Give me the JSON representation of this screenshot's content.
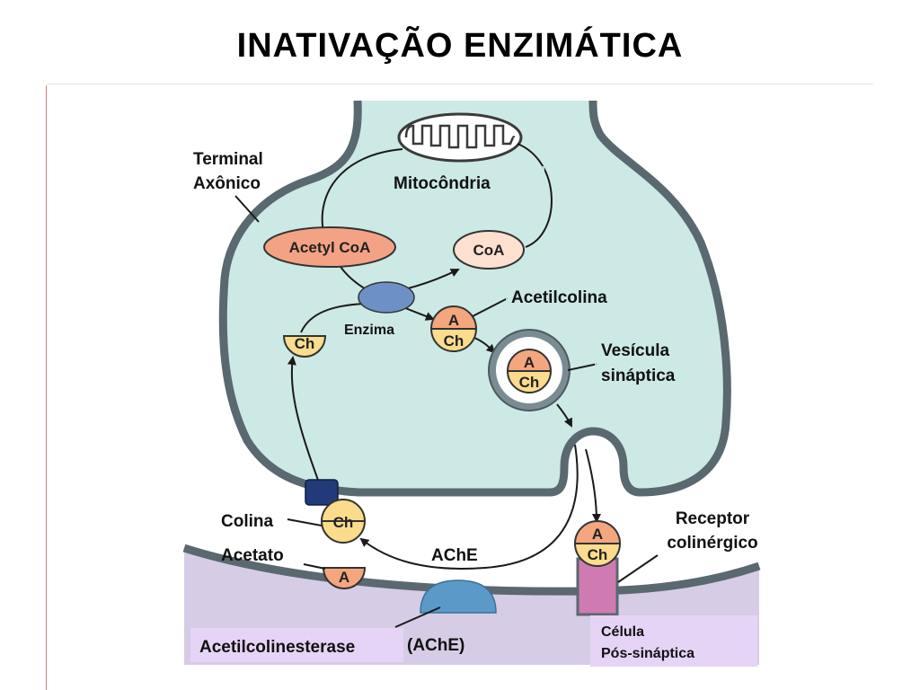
{
  "title": "INATIVAÇÃO ENZIMÁTICA",
  "labels": {
    "terminal_1": "Terminal",
    "terminal_2": "Axônico",
    "mitocondria": "Mitocôndria",
    "acetyl_coa": "Acetyl CoA",
    "coa": "CoA",
    "enzima": "Enzima",
    "acetilcolina": "Acetilcolina",
    "vesicula_1": "Vesícula",
    "vesicula_2": "sináptica",
    "colina": "Colina",
    "acetato": "Acetato",
    "ache": "AChE",
    "ache_paren": "(AChE)",
    "acetilcolinesterase": "Acetilcolinesterase",
    "receptor_1": "Receptor",
    "receptor_2": "colinérgico",
    "celula_1": "Célula",
    "celula_2": "Pós-sináptica"
  },
  "molecules": {
    "ch": "Ch",
    "a": "A"
  },
  "colors": {
    "terminal_fill": "#cde9e5",
    "membrane": "#5a6870",
    "postsynaptic_fill": "#d6cce6",
    "acetyl_coa_fill": "#f4a285",
    "coa_fill": "#fde0d0",
    "enzyme_fill": "#6d90c6",
    "ch_fill": "#fbdc8c",
    "a_fill": "#f4a67f",
    "ache_fill": "#5b9ac8",
    "receptor_fill": "#d07ab2",
    "label_box_fill": "#e6d4f6",
    "transporter_fill": "#233a7a"
  }
}
